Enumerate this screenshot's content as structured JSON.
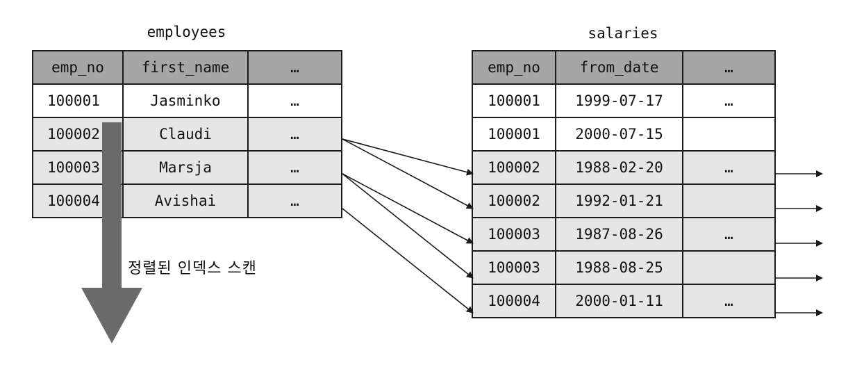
{
  "employees": {
    "title": "employees",
    "headers": [
      "emp_no",
      "first_name",
      "…"
    ],
    "rows": [
      [
        "100001",
        "Jasminko",
        "…"
      ],
      [
        "100002",
        "Claudi",
        "…"
      ],
      [
        "100003",
        "Marsja",
        "…"
      ],
      [
        "100004",
        "Avishai",
        "…"
      ]
    ]
  },
  "salaries": {
    "title": "salaries",
    "headers": [
      "emp_no",
      "from_date",
      "…"
    ],
    "rows": [
      [
        "100001",
        "1999-07-17",
        "…"
      ],
      [
        "100001",
        "2000-07-15",
        ""
      ],
      [
        "100002",
        "1988-02-20",
        "…"
      ],
      [
        "100002",
        "1992-01-21",
        ""
      ],
      [
        "100003",
        "1987-08-26",
        "…"
      ],
      [
        "100003",
        "1988-08-25",
        ""
      ],
      [
        "100004",
        "2000-01-11",
        "…"
      ]
    ]
  },
  "scan_label": "정렬된 인덱스 스캔",
  "colors": {
    "header": "#a6a6a6",
    "highlight": "#e6e6e6",
    "scan_arrow": "#666666",
    "line": "#1a1a1a"
  }
}
